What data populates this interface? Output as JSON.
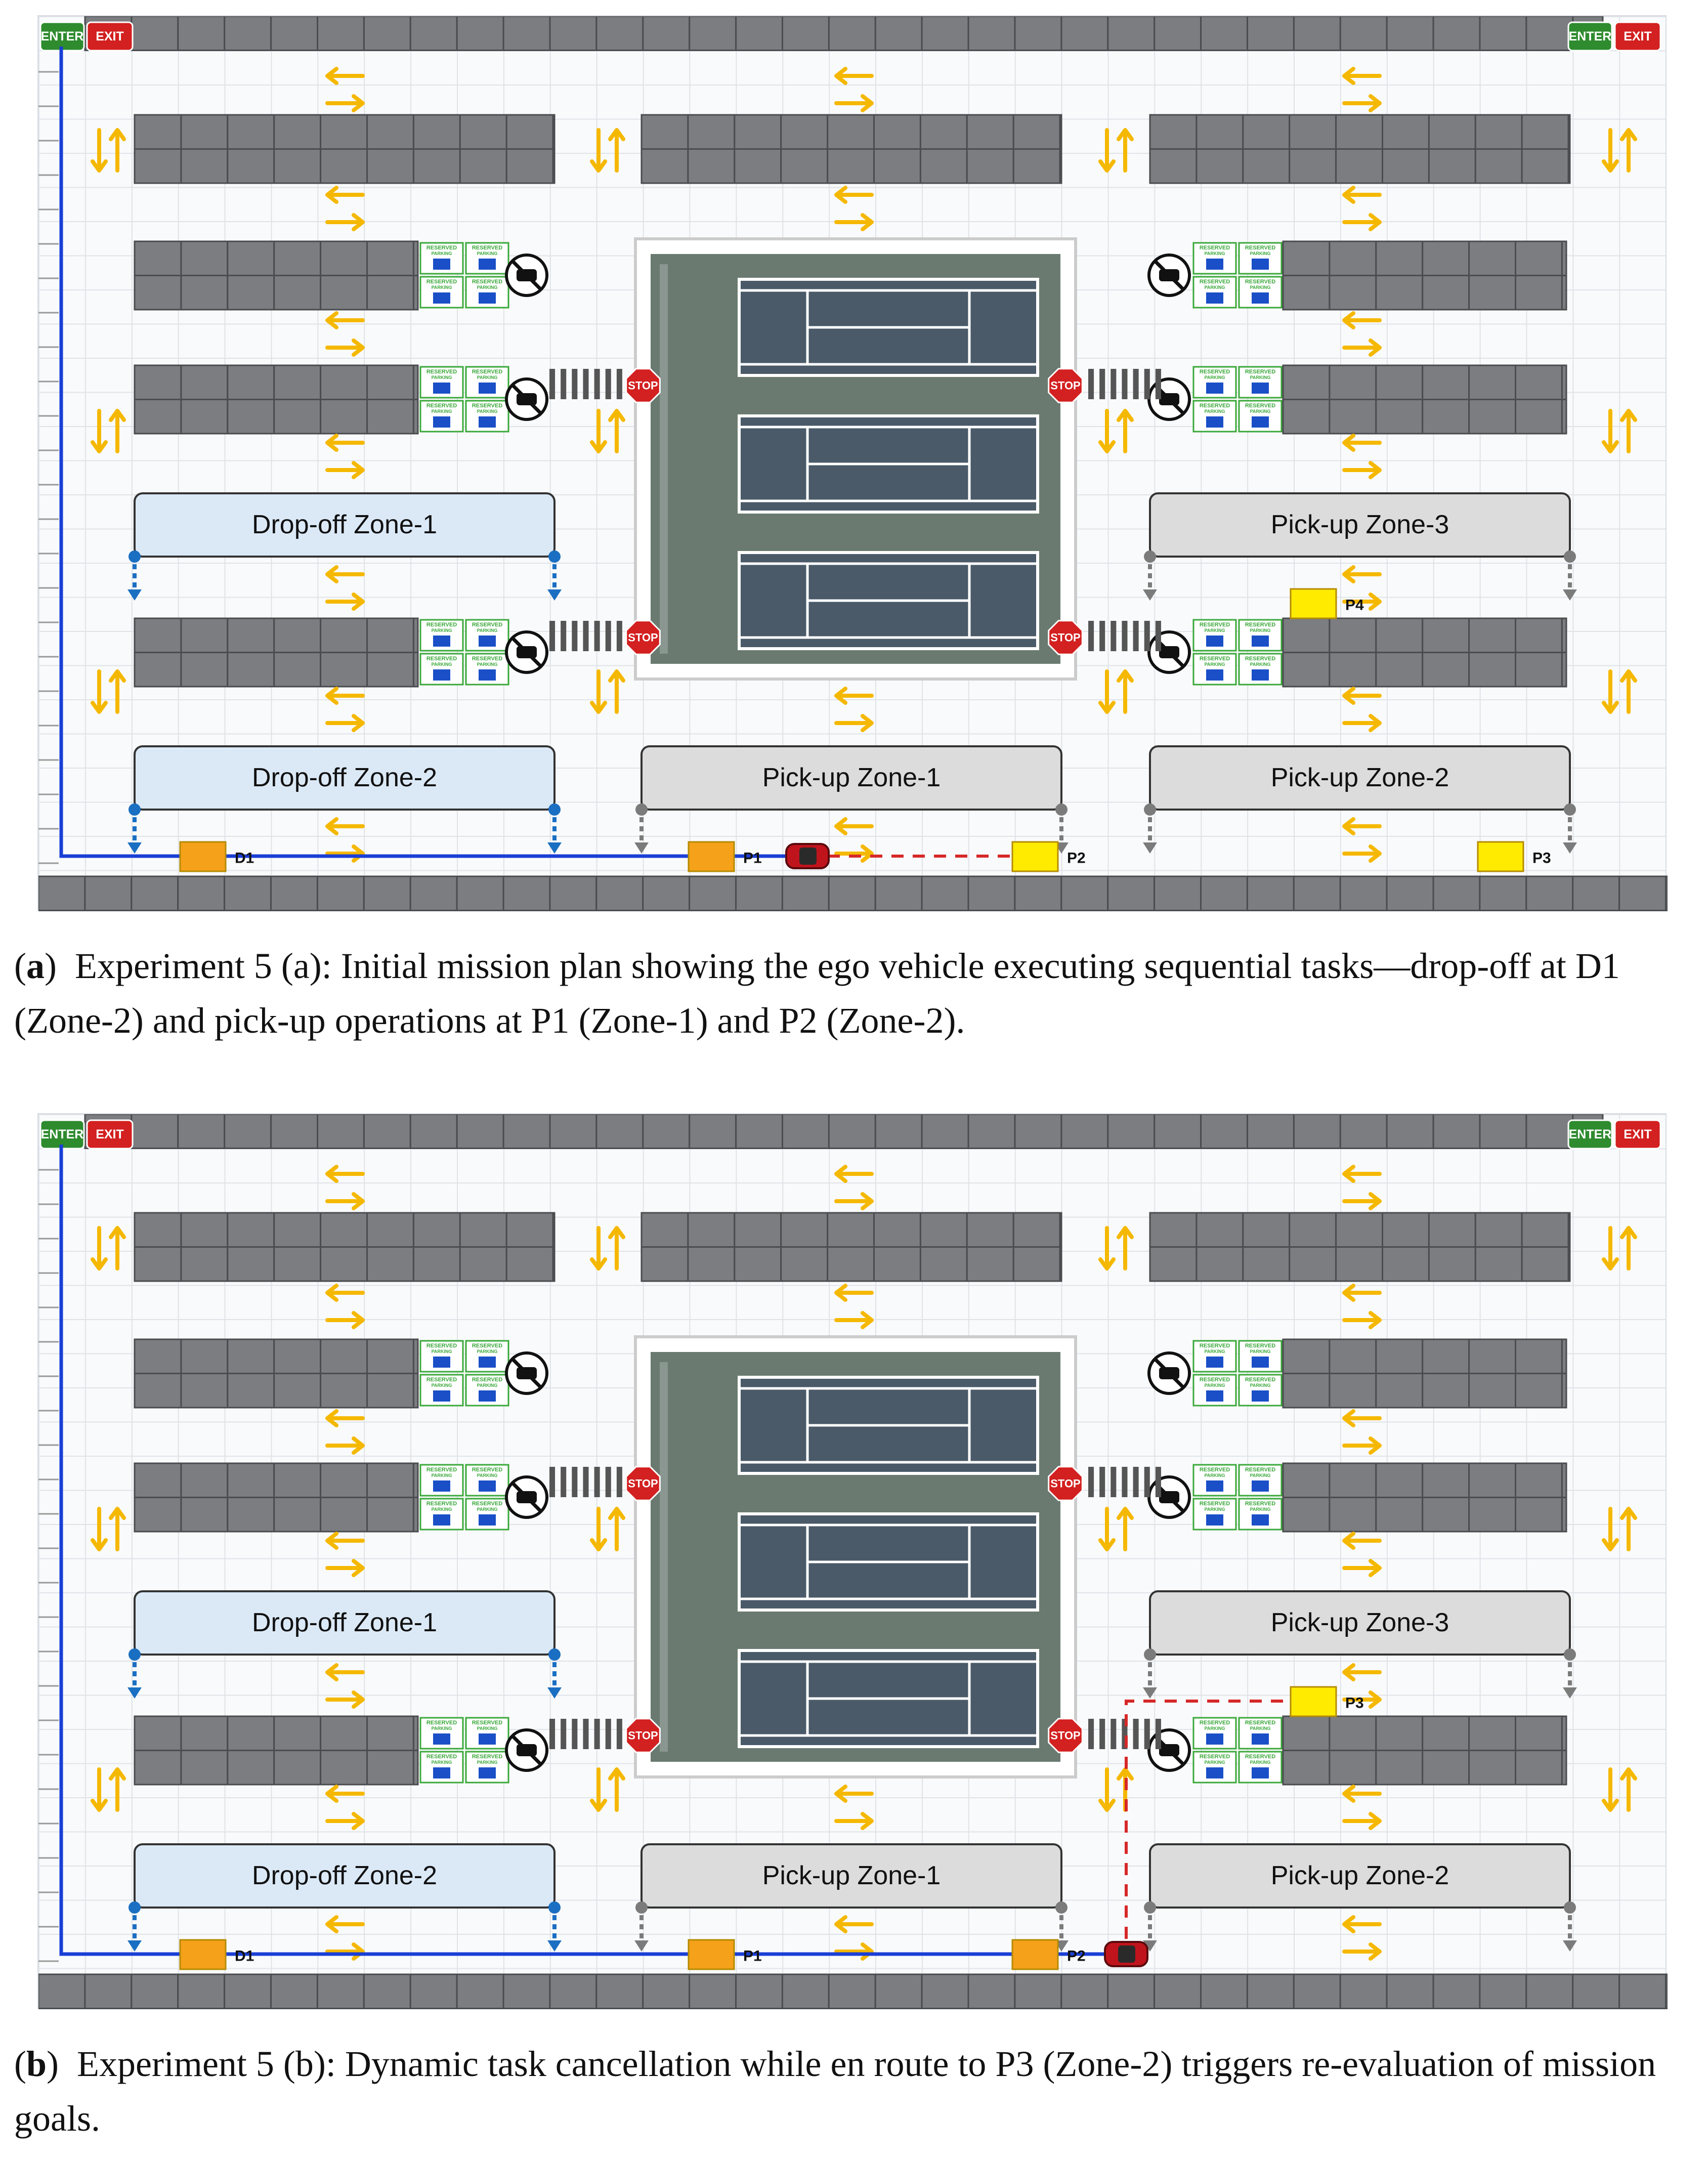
{
  "colors": {
    "road": "#f9fafb",
    "grid": "#dfe3e8",
    "stall": "#7b7d80",
    "stall_line": "#4a4c4f",
    "arrow": "#f5b800",
    "route": "#1a3fd6",
    "planned": "#d62828",
    "dropoff_fill": "#dbe9f7",
    "dropoff_marker": "#1a6fc2",
    "pickup_fill": "#dcdcdc",
    "pickup_marker": "#7b7b7b",
    "court_surround": "#6a7a70",
    "court": "#4a5a68",
    "enter": "#2e8b2e",
    "exit": "#d32020",
    "stop": "#d32020",
    "drop_point": "#f5a11a",
    "pick_point": "#ffeb00"
  },
  "labels": {
    "enter": "ENTER",
    "exit": "EXIT",
    "stop": "STOP",
    "reserved_top": "RESERVED",
    "reserved_bottom": "PARKING",
    "zones": {
      "dropoff1": "Drop-off Zone-1",
      "dropoff2": "Drop-off Zone-2",
      "pickup1": "Pick-up Zone-1",
      "pickup2": "Pick-up Zone-2",
      "pickup3": "Pick-up Zone-3"
    }
  },
  "panel_a": {
    "points": {
      "d1": "D1",
      "p1": "P1",
      "p2": "P2",
      "p3": "P3",
      "p4": "P4"
    }
  },
  "panel_b": {
    "points": {
      "d1": "D1",
      "p1": "P1",
      "p2": "P2",
      "p3": "P3"
    }
  },
  "captions": [
    {
      "tag": "a",
      "text": "Experiment 5 (a): Initial mission plan showing the ego vehicle executing sequential tasks—drop-off at D1 (Zone-2) and pick-up operations at P1 (Zone-1) and P2 (Zone-2)."
    },
    {
      "tag": "b",
      "text": "Experiment 5 (b): Dynamic task cancellation while en route to P3 (Zone-2) triggers re-evaluation of mission goals."
    }
  ]
}
